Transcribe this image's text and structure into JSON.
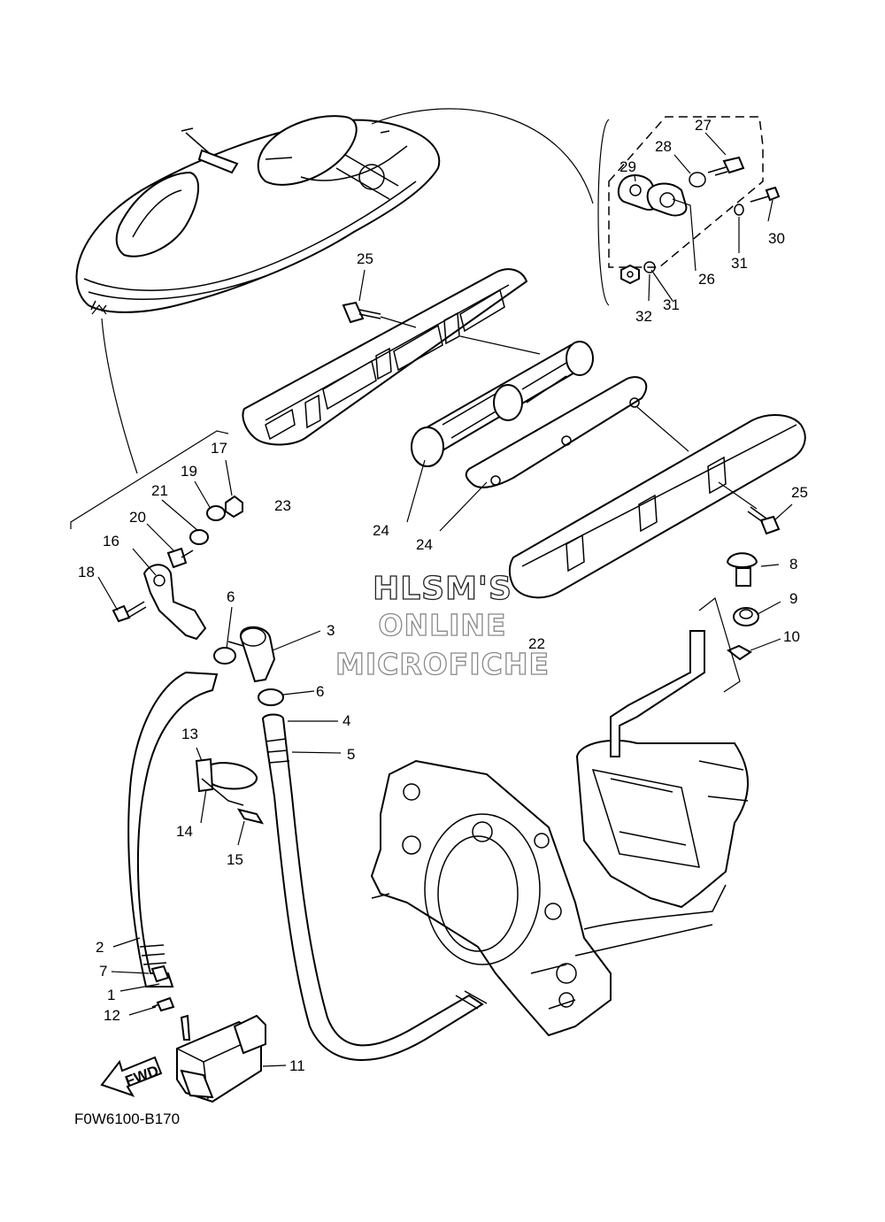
{
  "diagram_code": "F0W6100-B170",
  "watermark": {
    "line1": "HLSM'S",
    "line2": "ONLINE",
    "line3": "MICROFICHE"
  },
  "fwd_label": "FWD",
  "callouts": [
    "1",
    "2",
    "3",
    "4",
    "5",
    "6",
    "6",
    "7",
    "8",
    "9",
    "10",
    "11",
    "12",
    "13",
    "14",
    "15",
    "16",
    "17",
    "18",
    "19",
    "20",
    "21",
    "22",
    "23",
    "24",
    "24",
    "25",
    "25",
    "26",
    "27",
    "28",
    "29",
    "30",
    "31",
    "31",
    "32"
  ],
  "icons": [
    "watercraft-illustration",
    "pump-housing",
    "intake-grate",
    "forward-arrow"
  ]
}
